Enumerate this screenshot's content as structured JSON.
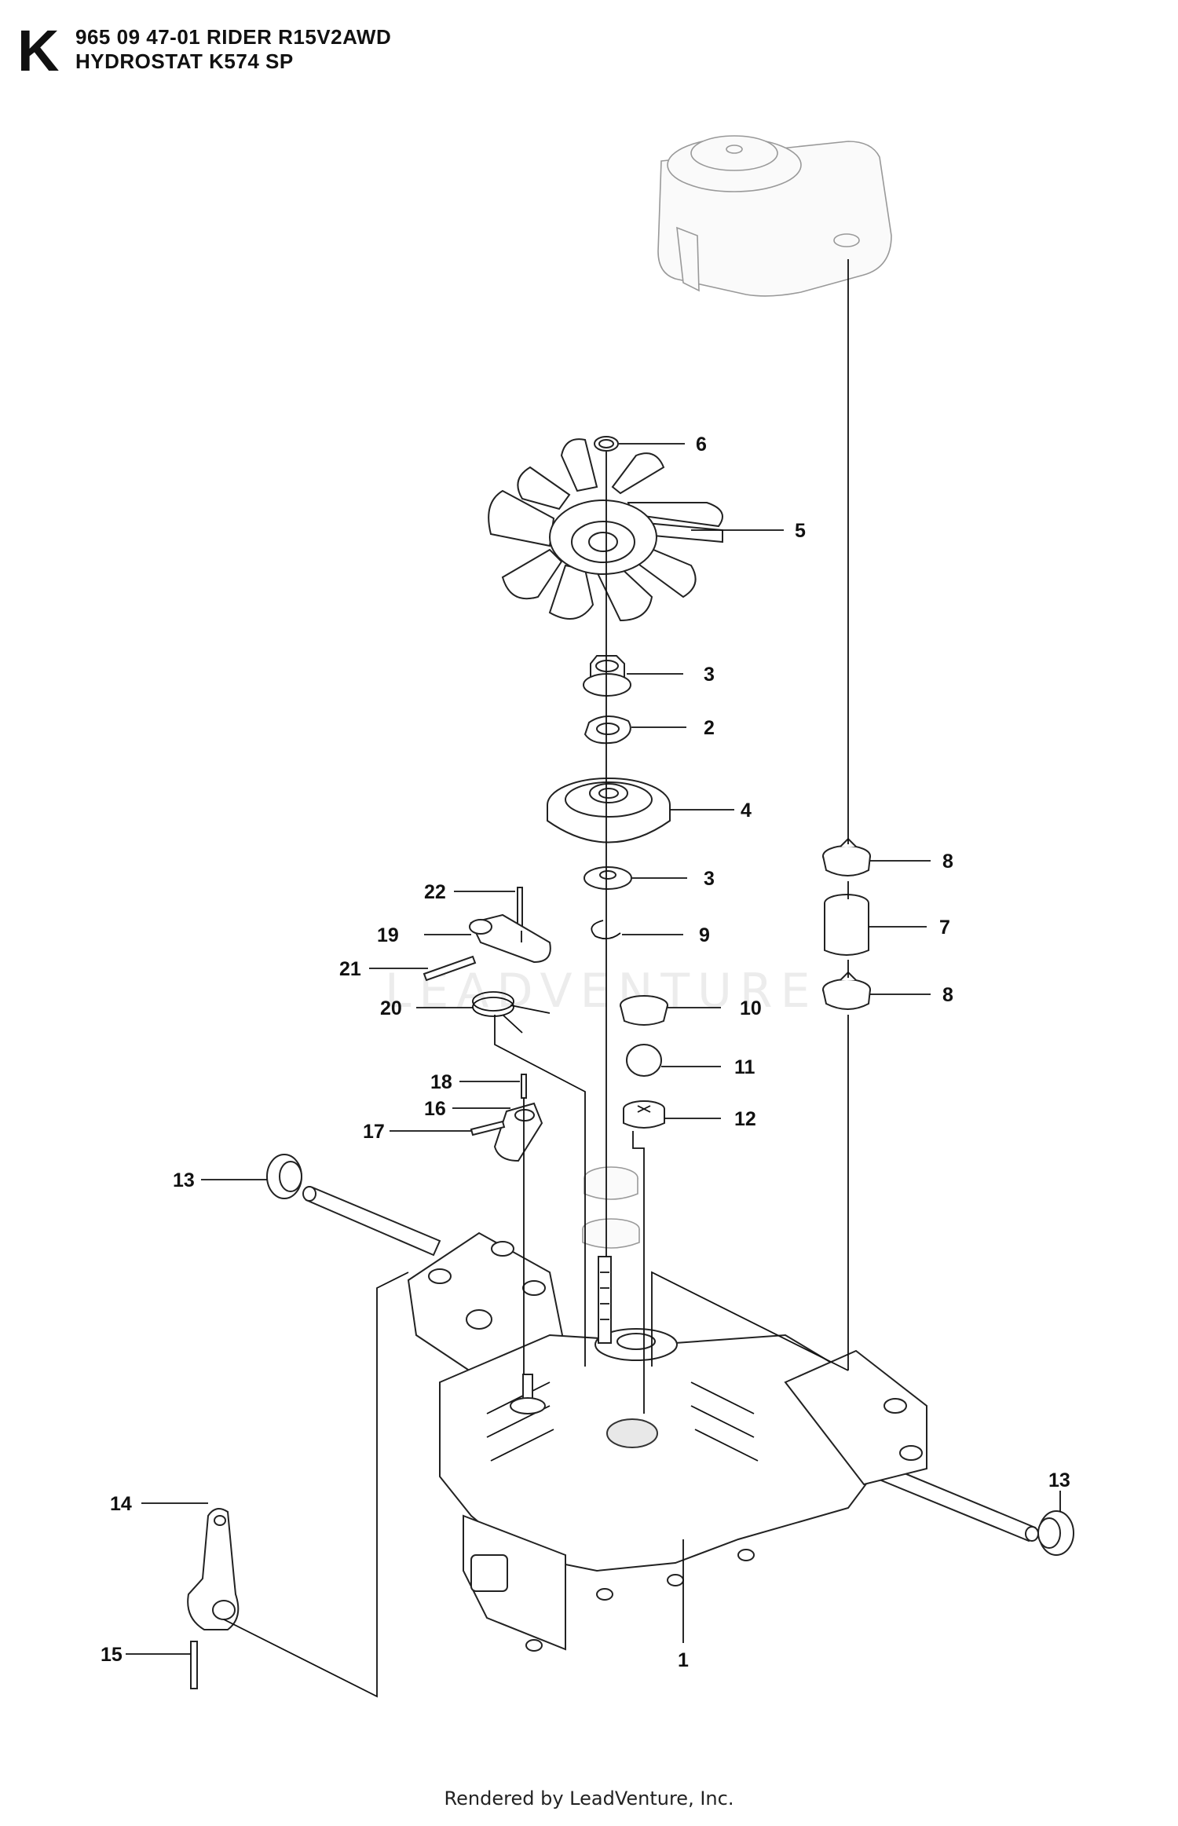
{
  "header": {
    "sheet_letter": "K",
    "line1": "965 09 47-01 RIDER R15V2AWD",
    "line2": "HYDROSTAT K574 SP"
  },
  "watermark": "LEADVENTURE",
  "footer": "Rendered by LeadVenture, Inc.",
  "callouts": [
    {
      "id": "c6",
      "label": "6"
    },
    {
      "id": "c5",
      "label": "5"
    },
    {
      "id": "c3a",
      "label": "3"
    },
    {
      "id": "c2",
      "label": "2"
    },
    {
      "id": "c4",
      "label": "4"
    },
    {
      "id": "c3b",
      "label": "3"
    },
    {
      "id": "c9",
      "label": "9"
    },
    {
      "id": "c8a",
      "label": "8"
    },
    {
      "id": "c7",
      "label": "7"
    },
    {
      "id": "c8b",
      "label": "8"
    },
    {
      "id": "c22",
      "label": "22"
    },
    {
      "id": "c19",
      "label": "19"
    },
    {
      "id": "c21",
      "label": "21"
    },
    {
      "id": "c20",
      "label": "20"
    },
    {
      "id": "c10",
      "label": "10"
    },
    {
      "id": "c11",
      "label": "11"
    },
    {
      "id": "c12",
      "label": "12"
    },
    {
      "id": "c18",
      "label": "18"
    },
    {
      "id": "c16",
      "label": "16"
    },
    {
      "id": "c17",
      "label": "17"
    },
    {
      "id": "c13a",
      "label": "13"
    },
    {
      "id": "c14",
      "label": "14"
    },
    {
      "id": "c15",
      "label": "15"
    },
    {
      "id": "c13b",
      "label": "13"
    },
    {
      "id": "c1",
      "label": "1"
    }
  ]
}
